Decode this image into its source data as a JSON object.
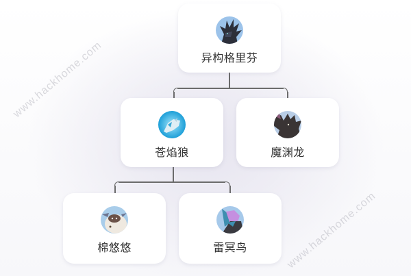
{
  "diagram": {
    "type": "evolution-tree",
    "root": {
      "label": "异构格里芬",
      "avatar": "black-griffin-avatar",
      "avatar_colors": [
        "#9cc3ea",
        "#2c2f3a"
      ]
    },
    "level1": [
      {
        "label": "苍焰狼",
        "avatar": "blue-flame-wolf-avatar",
        "avatar_colors": [
          "#2fb3e6",
          "#d9ecf5"
        ]
      },
      {
        "label": "魔渊龙",
        "avatar": "abyss-dragon-avatar",
        "avatar_colors": [
          "#b8cde6",
          "#3a3434"
        ]
      }
    ],
    "level2": [
      {
        "label": "棉悠悠",
        "avatar": "cotton-sheep-avatar",
        "avatar_colors": [
          "#a9cdea",
          "#efe9e0"
        ]
      },
      {
        "label": "雷冥鸟",
        "avatar": "thunder-bird-avatar",
        "avatar_colors": [
          "#a6c9ea",
          "#3d8fb0"
        ]
      }
    ],
    "edges": [
      [
        "异构格里芬",
        "苍焰狼"
      ],
      [
        "异构格里芬",
        "魔渊龙"
      ],
      [
        "苍焰狼",
        "棉悠悠"
      ],
      [
        "苍焰狼",
        "雷冥鸟"
      ]
    ]
  },
  "watermarks": [
    "www.hackhome.com",
    "www.hackhome.com"
  ],
  "colors": {
    "node_bg": "#ffffff",
    "connector": "#6b6b6b",
    "text": "#333333",
    "background_tint": "#e6e4ef"
  }
}
